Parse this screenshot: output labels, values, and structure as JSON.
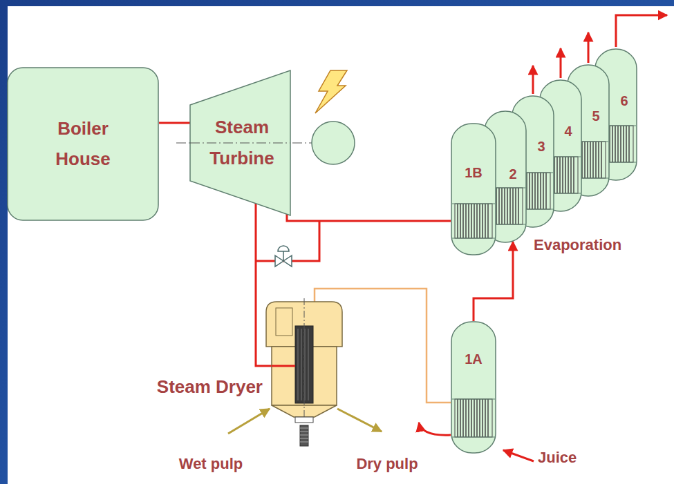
{
  "diagram": {
    "nodes": [
      {
        "text": [
          "Boiler House"
        ]
      },
      {
        "text": [
          "Steam Turbine"
        ]
      },
      {
        "text": [
          "1B"
        ]
      },
      {
        "text": [
          "2"
        ]
      },
      {
        "text": [
          "3"
        ]
      },
      {
        "text": [
          "4"
        ]
      },
      {
        "text": [
          "5"
        ]
      },
      {
        "text": [
          "6"
        ]
      },
      {
        "text": [
          "Steam Dryer"
        ]
      },
      {
        "text": [
          "1A"
        ]
      }
    ],
    "edges": [
      {
        "from": 0,
        "to": 1,
        "arrow": "none"
      },
      {
        "from": 1,
        "to": 2,
        "arrow": "none"
      },
      {
        "from": 1,
        "to": 8,
        "arrow": "none"
      },
      {
        "from": 8,
        "to": 9,
        "arrow": "none"
      },
      {
        "from": 9,
        "to": 3,
        "arrow": "to"
      }
    ],
    "labels": [
      "Evaporation",
      "Wet pulp",
      "Dry pulp",
      "Juice"
    ]
  }
}
